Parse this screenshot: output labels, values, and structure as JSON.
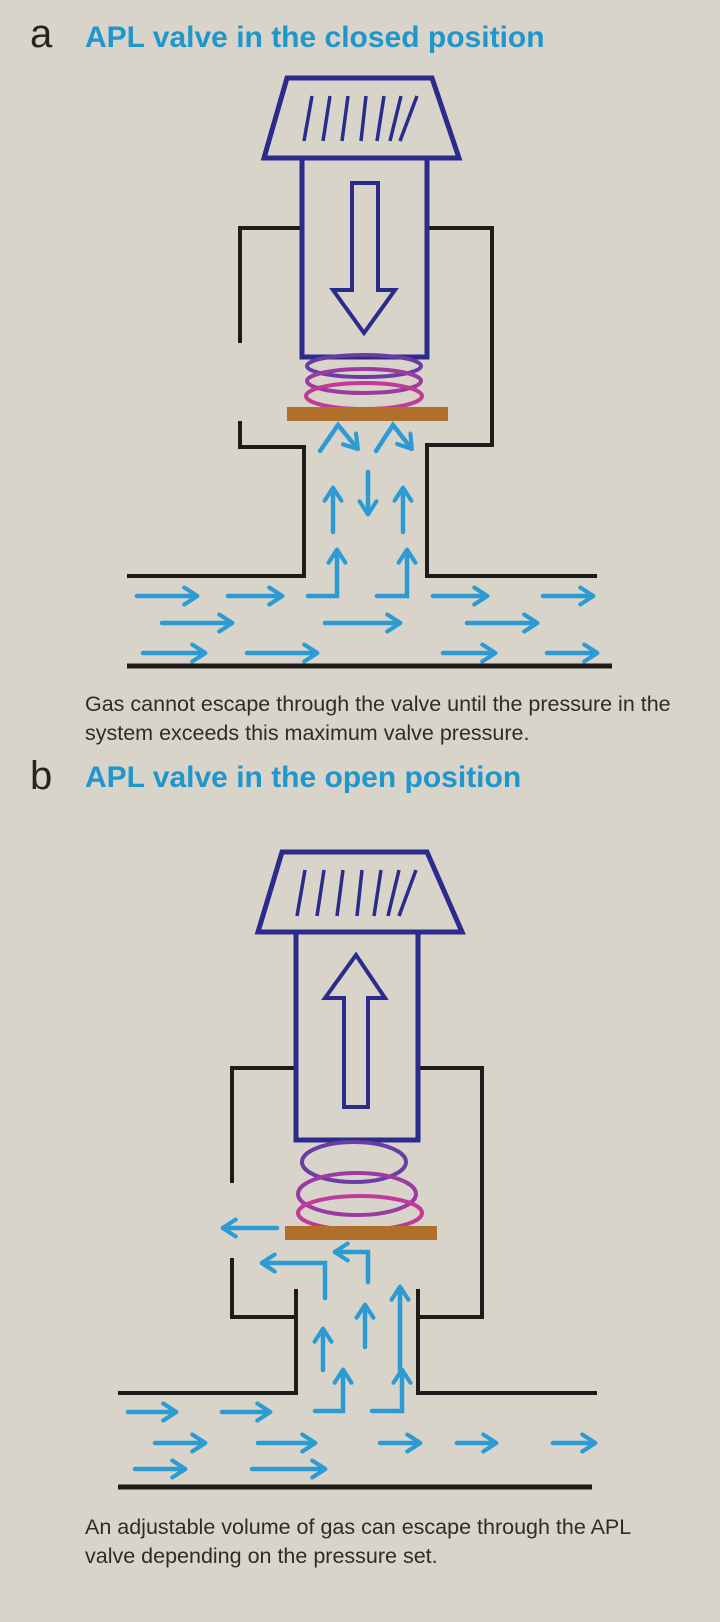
{
  "colors": {
    "bg": "#d8d4ca",
    "navy": "#2b2b8c",
    "arrow_blue": "#2d9bd3",
    "title_blue": "#1f96cc",
    "line_black": "#1e1c1a",
    "text_dark": "#2e2c29",
    "disc_brown": "#b0702c",
    "spring_violet": "#6a3da5",
    "spring_mid": "#9b3aa0",
    "spring_magenta": "#c23a98"
  },
  "panel_a": {
    "label": "a",
    "title": "APL valve in the closed position",
    "caption_line1": "Gas cannot escape through the valve until the pressure in the",
    "caption_line2": "system exceeds this maximum valve pressure."
  },
  "panel_b": {
    "label": "b",
    "title": "APL valve in the open position",
    "caption_line1": "An adjustable volume of gas can escape through the APL",
    "caption_line2": "valve depending on the pressure set."
  }
}
